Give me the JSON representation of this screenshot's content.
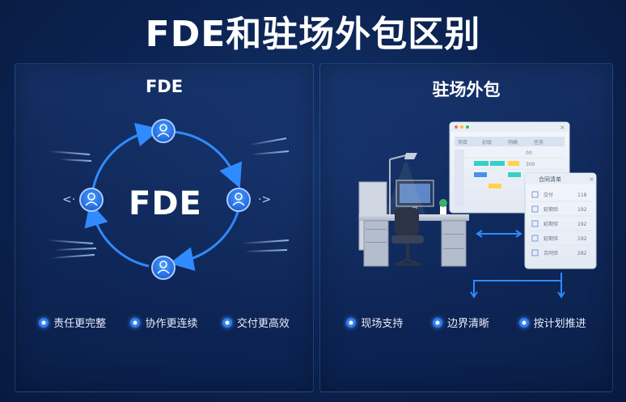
{
  "page": {
    "title": "FDE和驻场外包区别"
  },
  "left_panel": {
    "title": "FDE",
    "center_label": "FDE",
    "features": [
      "责任更完整",
      "协作更连续",
      "交付更高效"
    ]
  },
  "right_panel": {
    "title": "驻场外包",
    "features": [
      "现场支持",
      "边界清晰",
      "按计划推进"
    ],
    "window_small": {
      "title": "合同清单",
      "rows": [
        {
          "label": "交付",
          "value": "118"
        },
        {
          "label": "延期验",
          "value": "192"
        },
        {
          "label": "延期验",
          "value": "192"
        },
        {
          "label": "延期验",
          "value": "192"
        },
        {
          "label": "合同验",
          "value": "282"
        }
      ]
    },
    "window_large": {
      "headers": [
        "",
        "项目",
        "初级",
        "明确",
        "任务"
      ],
      "values": [
        "00",
        "300",
        "00"
      ]
    }
  },
  "colors": {
    "accent": "#2f7ef0",
    "background": "#0b2250",
    "panel_border": "#5a8cdc"
  }
}
